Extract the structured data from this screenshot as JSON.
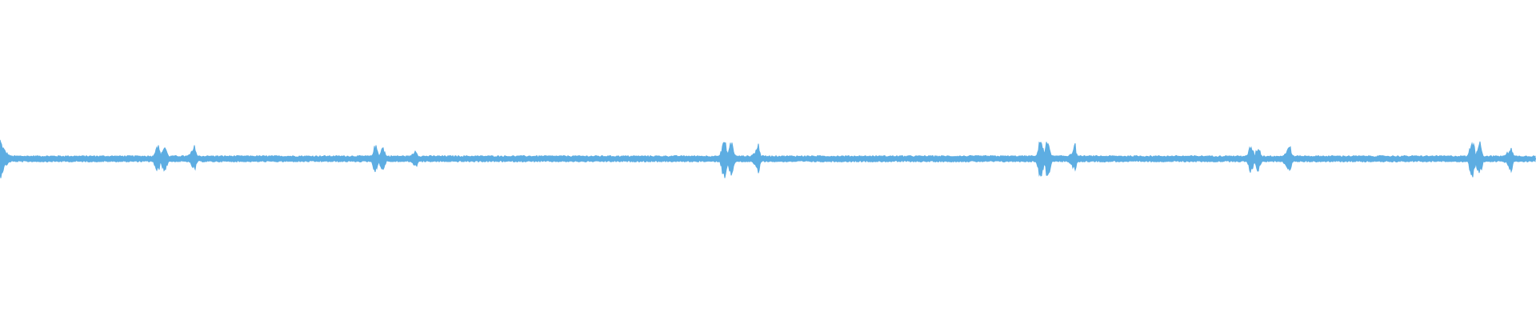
{
  "waveform": {
    "color": "#5dade2",
    "background": "#ffffff",
    "baseline_amplitude": 0.02,
    "bursts": [
      {
        "position": 0.0,
        "peak_amplitude": 0.14,
        "shape": "decay"
      },
      {
        "position": 0.105,
        "peak_amplitude": 0.1,
        "shape": "double"
      },
      {
        "position": 0.127,
        "peak_amplitude": 0.1,
        "shape": "attack"
      },
      {
        "position": 0.247,
        "peak_amplitude": 0.09,
        "shape": "double"
      },
      {
        "position": 0.271,
        "peak_amplitude": 0.07,
        "shape": "attack"
      },
      {
        "position": 0.474,
        "peak_amplitude": 0.13,
        "shape": "double"
      },
      {
        "position": 0.494,
        "peak_amplitude": 0.11,
        "shape": "attack"
      },
      {
        "position": 0.68,
        "peak_amplitude": 0.14,
        "shape": "double"
      },
      {
        "position": 0.7,
        "peak_amplitude": 0.1,
        "shape": "attack"
      },
      {
        "position": 0.817,
        "peak_amplitude": 0.09,
        "shape": "double"
      },
      {
        "position": 0.84,
        "peak_amplitude": 0.11,
        "shape": "attack"
      },
      {
        "position": 0.961,
        "peak_amplitude": 0.13,
        "shape": "double"
      },
      {
        "position": 0.984,
        "peak_amplitude": 0.1,
        "shape": "attack"
      }
    ]
  }
}
